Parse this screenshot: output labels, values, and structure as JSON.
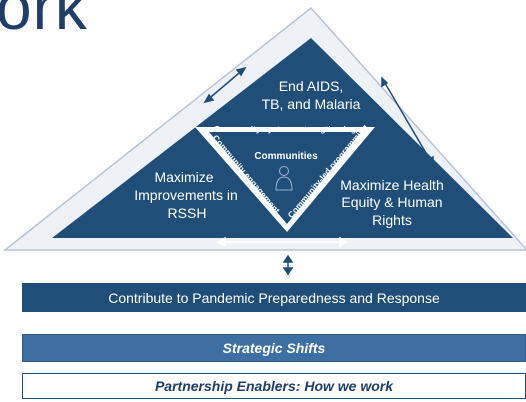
{
  "title_fragment": "ork",
  "triangle": {
    "top": {
      "line1": "End AIDS,",
      "line2": "TB, and Malaria"
    },
    "left": {
      "line1": "Maximize",
      "line2": "Improvements in",
      "line3": "RSSH"
    },
    "right": {
      "line1": "Maximize Health",
      "line2": "Equity & Human",
      "line3": "Rights"
    },
    "center": "Communities",
    "inner_top": "Community systems strengthening",
    "inner_left": "Community engagement",
    "inner_right": "Community-led programming"
  },
  "bars": {
    "pandemic": "Contribute to Pandemic Preparedness and Response",
    "shifts": "Strategic Shifts",
    "enablers": "Partnership Enablers: How we work"
  },
  "colors": {
    "dark_blue": "#1f4e79",
    "mid_blue": "#3e6fa3",
    "frame": "#eef1f6"
  }
}
